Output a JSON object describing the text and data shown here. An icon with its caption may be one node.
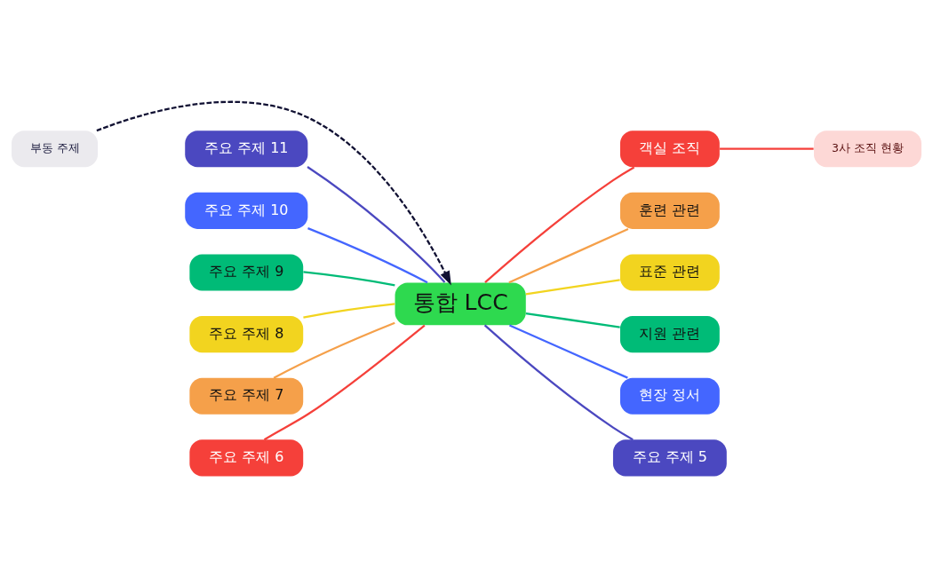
{
  "diagram": {
    "nodes": [
      {
        "text": [
          "통합 LCC"
        ]
      },
      {
        "text": [
          "객실 조직"
        ]
      },
      {
        "text": [
          "3사 조직 현황"
        ]
      },
      {
        "text": [
          "훈련 관련"
        ]
      },
      {
        "text": [
          "표준 관련"
        ]
      },
      {
        "text": [
          "지원 관련"
        ]
      },
      {
        "text": [
          "현장 정서"
        ]
      },
      {
        "text": [
          "주요 주제 5"
        ]
      },
      {
        "text": [
          "주요 주제 11"
        ]
      },
      {
        "text": [
          "주요 주제 10"
        ]
      },
      {
        "text": [
          "주요 주제 9"
        ]
      },
      {
        "text": [
          "주요 주제 8"
        ]
      },
      {
        "text": [
          "주요 주제 7"
        ]
      },
      {
        "text": [
          "주요 주제 6"
        ]
      },
      {
        "text": [
          "부동 주제"
        ]
      }
    ],
    "edges": [
      {
        "from": 0,
        "to": 1,
        "arrow": "none",
        "color": "#f5403a"
      },
      {
        "from": 1,
        "to": 2,
        "arrow": "none",
        "color": "#f5403a"
      },
      {
        "from": 0,
        "to": 3,
        "arrow": "none",
        "color": "#f5a04a"
      },
      {
        "from": 0,
        "to": 4,
        "arrow": "none",
        "color": "#f2d41f"
      },
      {
        "from": 0,
        "to": 5,
        "arrow": "none",
        "color": "#00bb77"
      },
      {
        "from": 0,
        "to": 6,
        "arrow": "none",
        "color": "#4466ff"
      },
      {
        "from": 0,
        "to": 7,
        "arrow": "none",
        "color": "#4b48c0"
      },
      {
        "from": 0,
        "to": 8,
        "arrow": "none",
        "color": "#4b48c0"
      },
      {
        "from": 0,
        "to": 9,
        "arrow": "none",
        "color": "#4466ff"
      },
      {
        "from": 0,
        "to": 10,
        "arrow": "none",
        "color": "#00bb77"
      },
      {
        "from": 0,
        "to": 11,
        "arrow": "none",
        "color": "#f2d41f"
      },
      {
        "from": 0,
        "to": 12,
        "arrow": "none",
        "color": "#f5a04a"
      },
      {
        "from": 0,
        "to": 13,
        "arrow": "none",
        "color": "#f5403a"
      },
      {
        "from": 14,
        "to": 0,
        "arrow": "to",
        "style": "dashed",
        "color": "#111133"
      }
    ]
  }
}
